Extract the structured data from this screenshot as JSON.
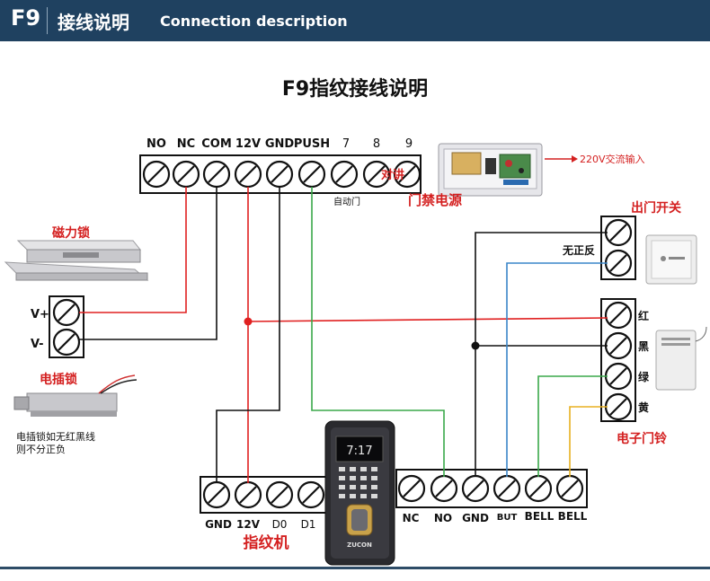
{
  "header": {
    "code": "F9",
    "title_cn": "接线说明",
    "title_en": "Connection description"
  },
  "diagram": {
    "title": "F9指纹接线说明",
    "top_terminals": [
      "NO",
      "NC",
      "COM",
      "12V",
      "GND",
      "PUSH",
      "7",
      "8",
      "9"
    ],
    "auto_door_label": "自动门",
    "power_switch_label": "对讲",
    "power_supply_label": "门禁电源",
    "ac_input_label": "220V交流输入",
    "mag_lock_label": "磁力锁",
    "mag_lock_terms": [
      "V+",
      "V-"
    ],
    "bolt_lock_label": "电插锁",
    "bolt_lock_note": [
      "电插锁如无红黑线",
      "则不分正负"
    ],
    "exit_switch_label": "出门开关",
    "exit_switch_note": "无正反",
    "doorbell_label": "电子门铃",
    "doorbell_wires": [
      "红",
      "黑",
      "绿",
      "黄"
    ],
    "reader_terms": [
      "GND",
      "12V",
      "D0",
      "D1"
    ],
    "reader_label": "指纹机",
    "reader_screen": "7:17",
    "reader_brand": "ZUCON",
    "bottom_terms": [
      "NC",
      "NO",
      "GND",
      "BUT",
      "BELL",
      "BELL"
    ]
  },
  "colors": {
    "header": "#1f4160",
    "red_wire": "#e02020",
    "green_wire": "#3aa84a",
    "blue_wire": "#3a85c8",
    "yellow_wire": "#e8b020",
    "black_wire": "#111111",
    "label_red": "#d42020"
  }
}
